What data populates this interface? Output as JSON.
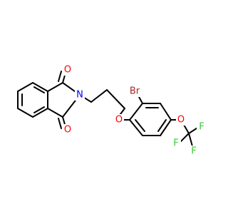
{
  "molecule": {
    "colors": {
      "bond": "#000000",
      "carbon": "#000000",
      "oxygen": "#ff0000",
      "nitrogen": "#0000ff",
      "bromine": "#a52a2a",
      "fluorine": "#33cc33"
    },
    "atom_labels": {
      "o_top": "O",
      "o_bottom": "O",
      "n_imide": "N",
      "o_ether": "O",
      "br": "Br",
      "o_ocf3": "O",
      "f1": "F",
      "f2": "F",
      "f3": "F"
    }
  }
}
